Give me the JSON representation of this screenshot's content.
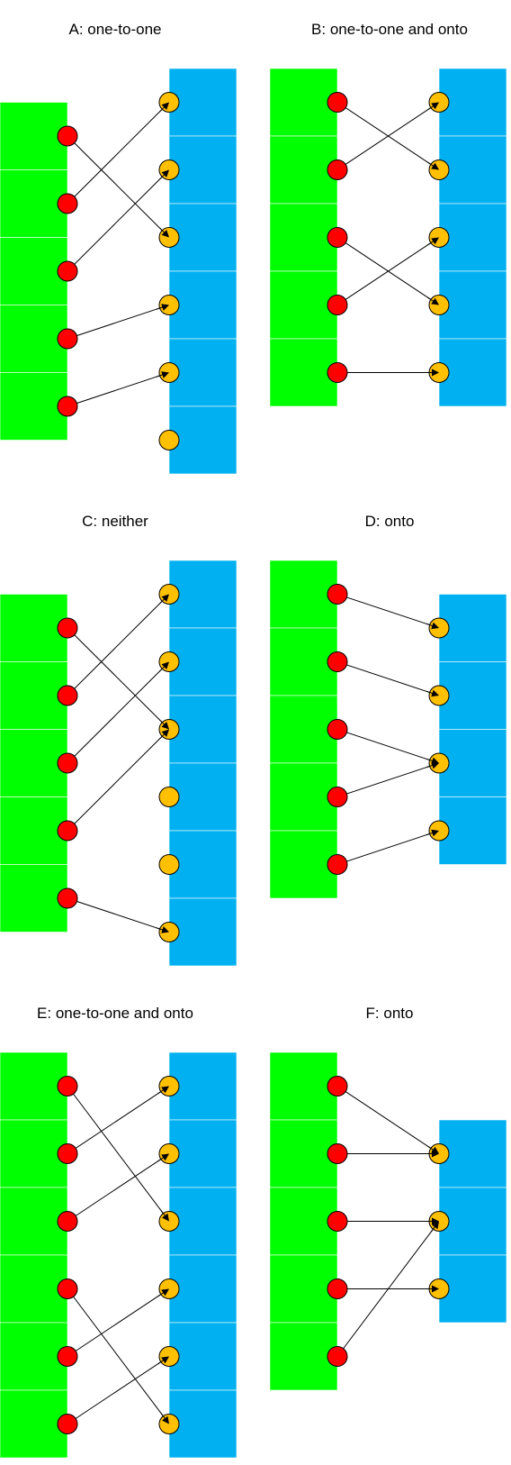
{
  "colors": {
    "domain": "#00ff00",
    "codomain": "#00b0f0",
    "domain_point": "#ff0000",
    "codomain_point": "#ffc000",
    "arrow": "#000000",
    "block_separator": "#ffffff"
  },
  "panels": [
    {
      "id": "A",
      "title": "A: one-to-one",
      "domain_size": 5,
      "codomain_size": 6,
      "mapping": [
        2,
        0,
        1,
        3,
        4
      ]
    },
    {
      "id": "B",
      "title": "B: one-to-one and onto",
      "domain_size": 5,
      "codomain_size": 5,
      "mapping": [
        1,
        0,
        3,
        2,
        4
      ]
    },
    {
      "id": "C",
      "title": "C: neither",
      "domain_size": 5,
      "codomain_size": 6,
      "mapping": [
        2,
        0,
        1,
        2,
        5
      ]
    },
    {
      "id": "D",
      "title": "D: onto",
      "domain_size": 5,
      "codomain_size": 4,
      "mapping": [
        0,
        1,
        2,
        2,
        3
      ]
    },
    {
      "id": "E",
      "title": "E: one-to-one and onto",
      "domain_size": 6,
      "codomain_size": 6,
      "mapping": [
        2,
        0,
        1,
        5,
        3,
        4
      ]
    },
    {
      "id": "F",
      "title": "F: onto",
      "domain_size": 5,
      "codomain_size": 3,
      "mapping": [
        0,
        0,
        1,
        2,
        1
      ]
    }
  ]
}
